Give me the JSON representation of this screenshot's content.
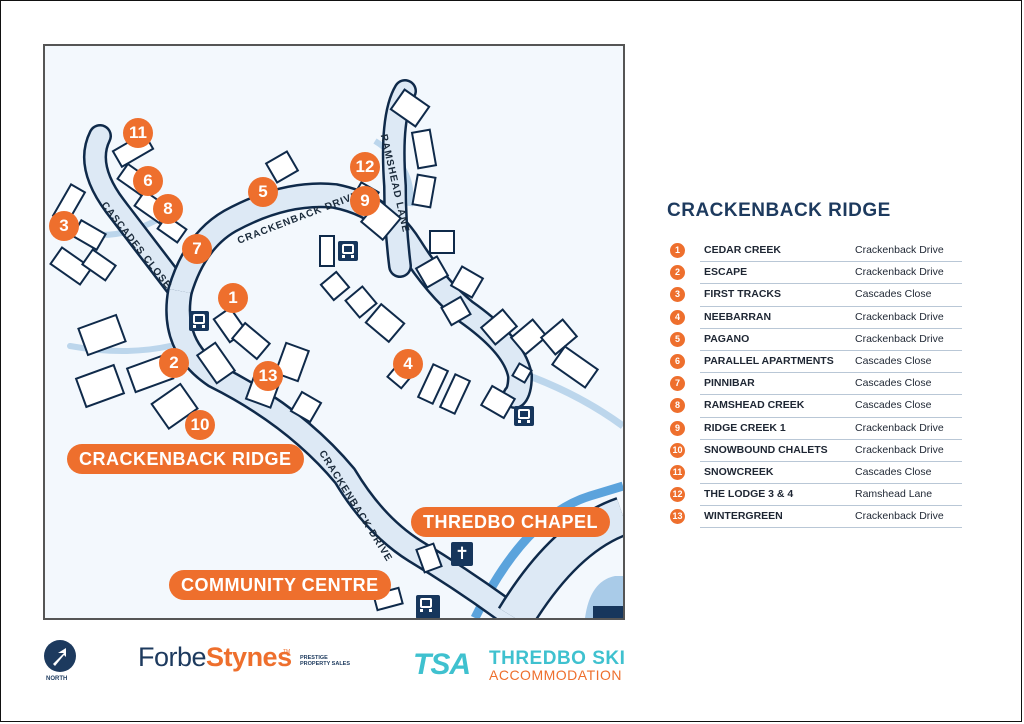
{
  "map": {
    "pins": [
      {
        "num": "1"
      },
      {
        "num": "2"
      },
      {
        "num": "3"
      },
      {
        "num": "4"
      },
      {
        "num": "5"
      },
      {
        "num": "6"
      },
      {
        "num": "7"
      },
      {
        "num": "8"
      },
      {
        "num": "9"
      },
      {
        "num": "10"
      },
      {
        "num": "11"
      },
      {
        "num": "12"
      },
      {
        "num": "13"
      }
    ],
    "place_labels": {
      "crackenback_ridge": "CRACKENBACK RIDGE",
      "thredbo_chapel": "THREDBO CHAPEL",
      "community_centre": "COMMUNITY CENTRE"
    },
    "streets": {
      "cascades_close": "CASCADES CLOSE",
      "crackenback_drive_upper": "CRACKENBACK DRIVE",
      "crackenback_drive_lower": "CRACKENBACK DRIVE",
      "ramshead_lane": "RAMSHEAD LANE"
    },
    "icons": {
      "bus_stop": "bus-icon",
      "chapel": "cross-icon",
      "chapel_glyph": "✝"
    },
    "colors": {
      "accent_orange": "#ee6f2d",
      "navy": "#1d3a5e",
      "road_fill": "#dde9f5",
      "water": "#5ba3dc",
      "map_bg": "#f3f8fd"
    }
  },
  "legend": {
    "title": "CRACKENBACK RIDGE",
    "items": [
      {
        "num": "1",
        "name": "CEDAR CREEK",
        "street": "Crackenback Drive"
      },
      {
        "num": "2",
        "name": "ESCAPE",
        "street": "Crackenback Drive"
      },
      {
        "num": "3",
        "name": "FIRST TRACKS",
        "street": "Cascades Close"
      },
      {
        "num": "4",
        "name": "NEEBARRAN",
        "street": "Crackenback Drive"
      },
      {
        "num": "5",
        "name": "PAGANO",
        "street": "Crackenback Drive"
      },
      {
        "num": "6",
        "name": "PARALLEL APARTMENTS",
        "street": "Cascades Close"
      },
      {
        "num": "7",
        "name": "PINNIBAR",
        "street": "Cascades Close"
      },
      {
        "num": "8",
        "name": "RAMSHEAD CREEK",
        "street": "Cascades Close"
      },
      {
        "num": "9",
        "name": "RIDGE CREEK 1",
        "street": "Crackenback Drive"
      },
      {
        "num": "10",
        "name": "SNOWBOUND CHALETS",
        "street": "Crackenback Drive"
      },
      {
        "num": "11",
        "name": "SNOWCREEK",
        "street": "Cascades Close"
      },
      {
        "num": "12",
        "name": "THE LODGE 3 & 4",
        "street": "Ramshead Lane"
      },
      {
        "num": "13",
        "name": "WINTERGREEN",
        "street": "Crackenback Drive"
      }
    ]
  },
  "footer": {
    "north_label": "NORTH",
    "forbes_styne": {
      "part1": "Forbe",
      "part2": "Stynes",
      "tm": "TM",
      "tagline_1": "PRESTIGE",
      "tagline_2": "PROPERTY SALES"
    },
    "tsa": {
      "mark": "TSA",
      "line1": "THREDBO SKI",
      "line2": "ACCOMMODATION"
    }
  }
}
